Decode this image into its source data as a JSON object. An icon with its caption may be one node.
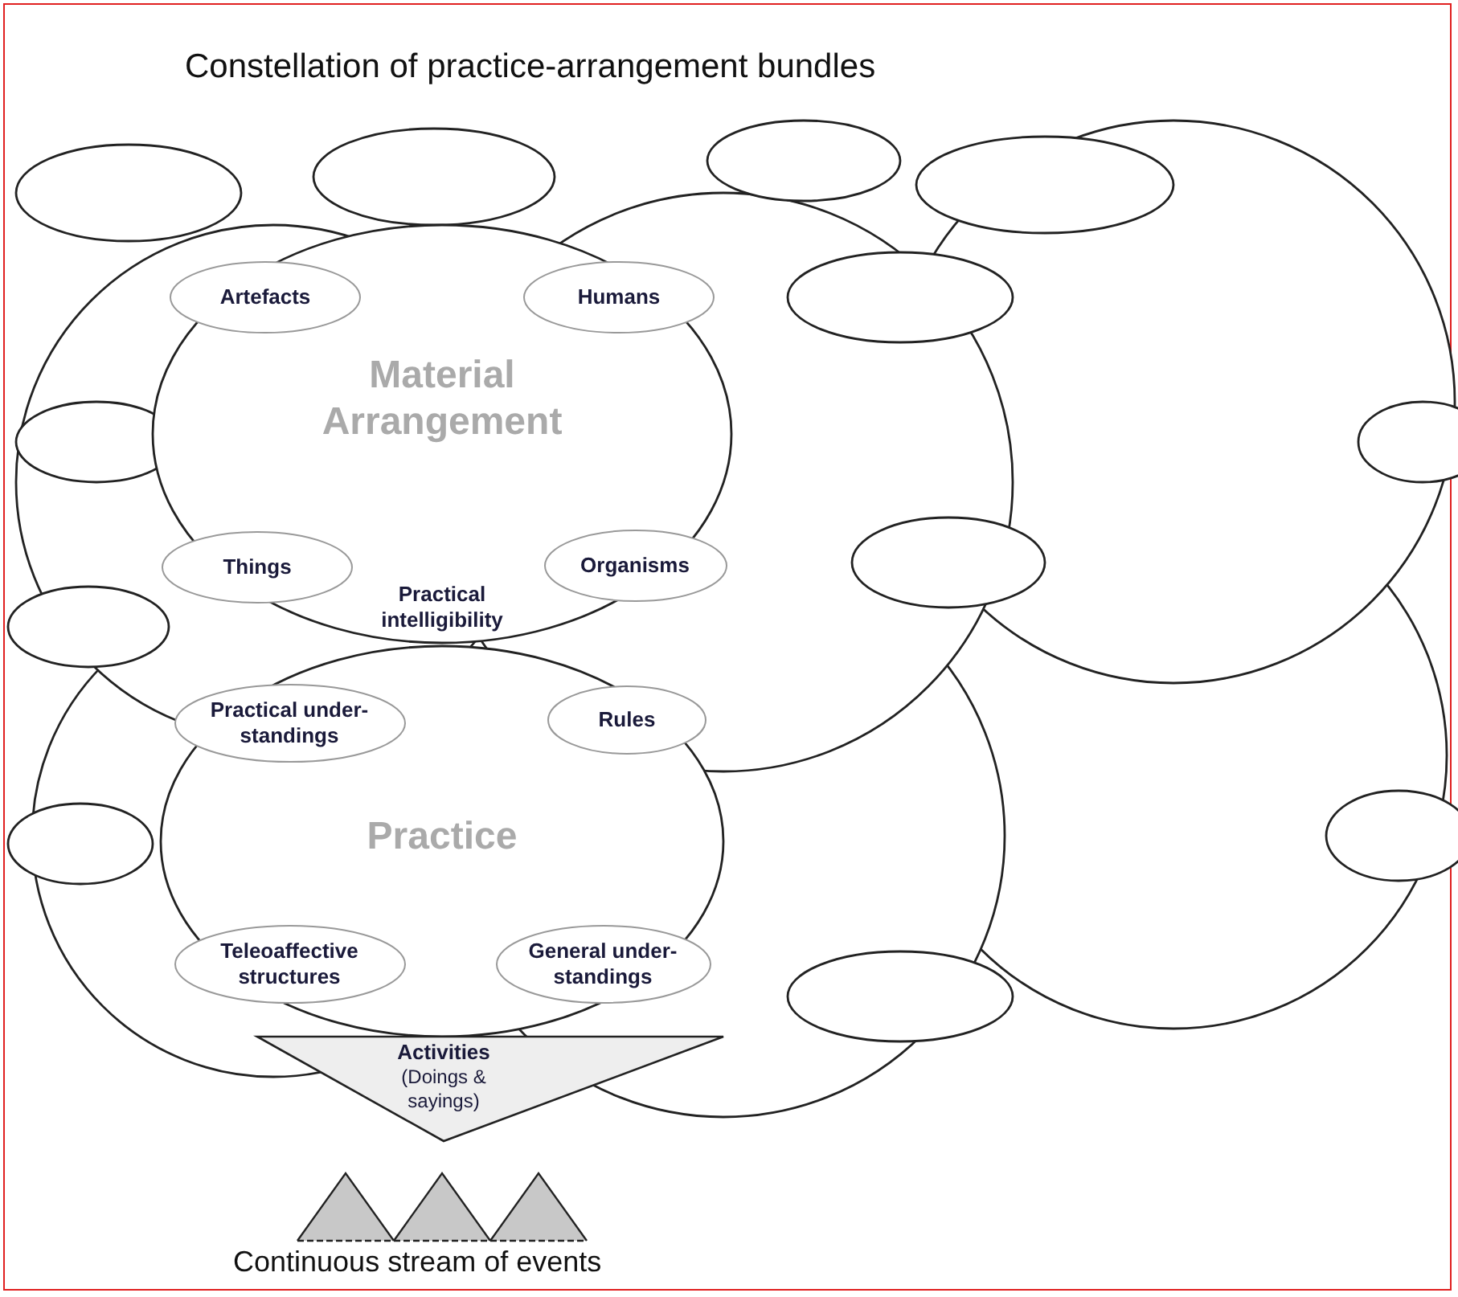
{
  "diagram": {
    "title": "Constellation of practice-arrangement bundles",
    "caption": "Continuous stream of events",
    "nodes": [
      {
        "text": [
          "Material Arrangement"
        ]
      },
      {
        "text": [
          "Artefacts"
        ],
        "in": 0
      },
      {
        "text": [
          "Humans"
        ],
        "in": 0
      },
      {
        "text": [
          "Things"
        ],
        "in": 0
      },
      {
        "text": [
          "Organisms"
        ],
        "in": 0
      },
      {
        "text": [
          "Practice"
        ]
      },
      {
        "text": [
          "Practical under-standings"
        ],
        "in": 5
      },
      {
        "text": [
          "Rules"
        ],
        "in": 5
      },
      {
        "text": [
          "Teleoaffective structures"
        ],
        "in": 5
      },
      {
        "text": [
          "General under-standings"
        ],
        "in": 5
      },
      {
        "text": [
          "Activities",
          "(Doings & sayings)"
        ]
      },
      {
        "text": [],
        "shape": "triangle"
      },
      {
        "text": [],
        "shape": "triangle"
      },
      {
        "text": [],
        "shape": "triangle"
      }
    ],
    "edges": [],
    "labels": [
      "Practical intelligibility"
    ]
  }
}
